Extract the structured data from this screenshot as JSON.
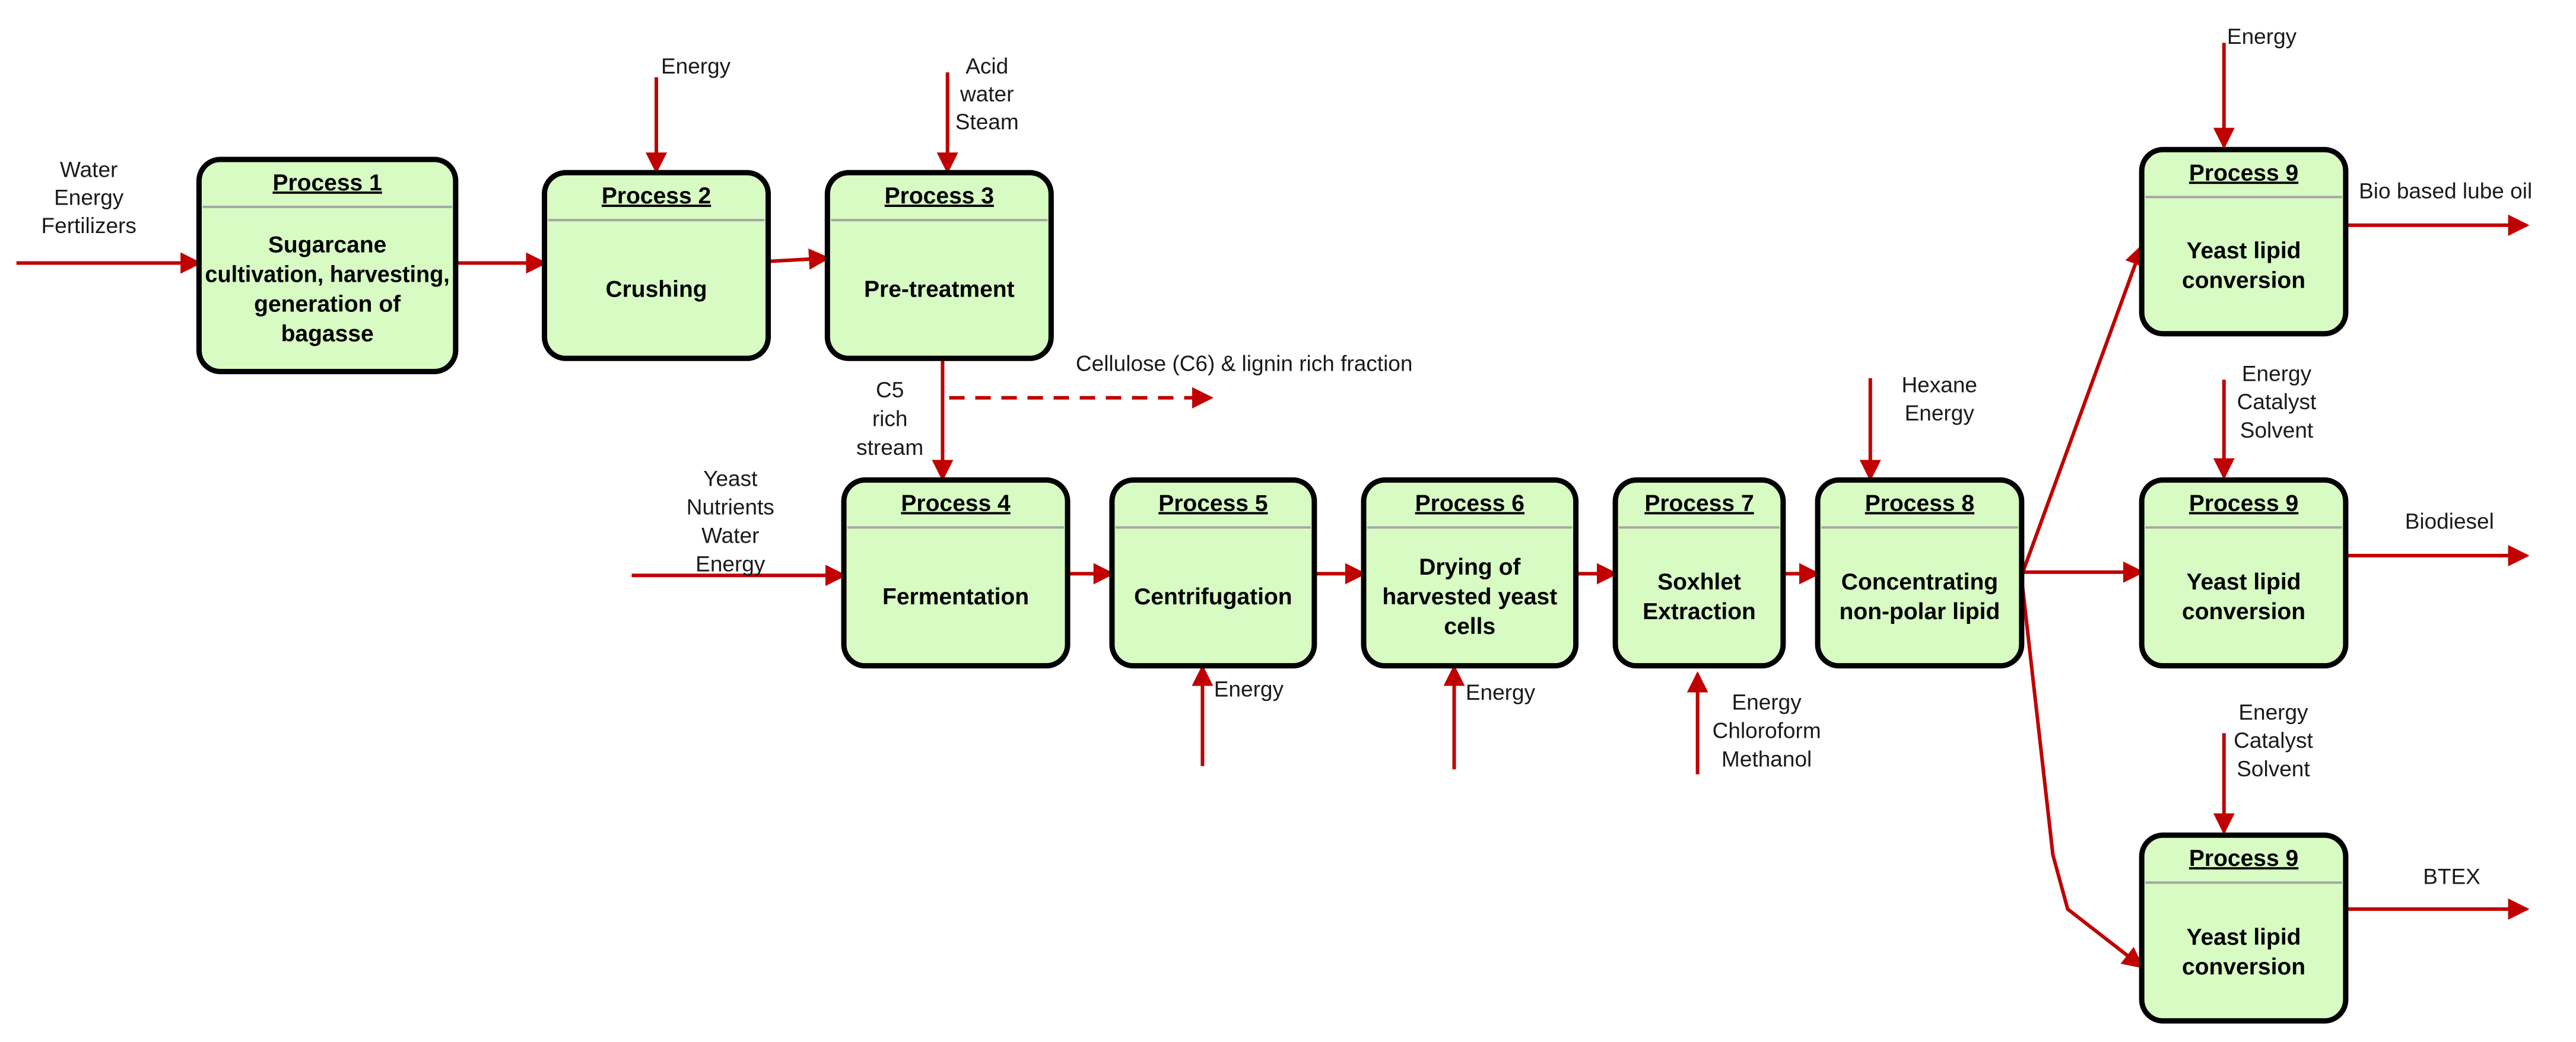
{
  "processes": [
    {
      "id": "p1",
      "title": "Process 1",
      "lines": [
        "Sugarcane",
        "cultivation, harvesting,",
        "generation of",
        "bagasse"
      ]
    },
    {
      "id": "p2",
      "title": "Process 2",
      "lines": [
        "Crushing"
      ]
    },
    {
      "id": "p3",
      "title": "Process 3",
      "lines": [
        "Pre-treatment"
      ]
    },
    {
      "id": "p4",
      "title": "Process 4",
      "lines": [
        "Fermentation"
      ]
    },
    {
      "id": "p5",
      "title": "Process 5",
      "lines": [
        "Centrifugation"
      ]
    },
    {
      "id": "p6",
      "title": "Process 6",
      "lines": [
        "Drying of",
        "harvested yeast",
        "cells"
      ]
    },
    {
      "id": "p7",
      "title": "Process 7",
      "lines": [
        "Soxhlet",
        "Extraction"
      ]
    },
    {
      "id": "p8",
      "title": "Process 8",
      "lines": [
        "Concentrating",
        "non-polar lipid"
      ]
    },
    {
      "id": "p9a",
      "title": "Process 9",
      "lines": [
        "Yeast lipid",
        "conversion"
      ]
    },
    {
      "id": "p9b",
      "title": "Process 9",
      "lines": [
        "Yeast lipid",
        "conversion"
      ]
    },
    {
      "id": "p9c",
      "title": "Process 9",
      "lines": [
        "Yeast lipid",
        "conversion"
      ]
    }
  ],
  "labels": {
    "input_p1": [
      "Water",
      "Energy",
      "Fertilizers"
    ],
    "input_p2": [
      "Energy"
    ],
    "input_p3": [
      "Acid",
      "water",
      "Steam"
    ],
    "stream_c5": [
      "C5",
      "rich",
      "stream"
    ],
    "output_cellulose": [
      "Cellulose (C6) & lignin rich fraction"
    ],
    "input_p4": [
      "Yeast",
      "Nutrients",
      "Water",
      "Energy"
    ],
    "input_p5": [
      "Energy"
    ],
    "input_p6": [
      "Energy"
    ],
    "input_p7": [
      "Energy",
      "Chloroform",
      "Methanol"
    ],
    "input_p8": [
      "Hexane",
      "Energy"
    ],
    "input_p9a": [
      "Energy"
    ],
    "input_p9b": [
      "Energy",
      "Catalyst",
      "Solvent"
    ],
    "input_p9c": [
      "Energy",
      "Catalyst",
      "Solvent"
    ],
    "output_p9a": [
      "Bio based lube oil"
    ],
    "output_p9b": [
      "Biodiesel"
    ],
    "output_p9c": [
      "BTEX"
    ]
  },
  "colors": {
    "box_fill": "#d7fbc3",
    "box_stroke": "#000000",
    "arrow": "#c00000",
    "separator": "#a6a6a6"
  }
}
